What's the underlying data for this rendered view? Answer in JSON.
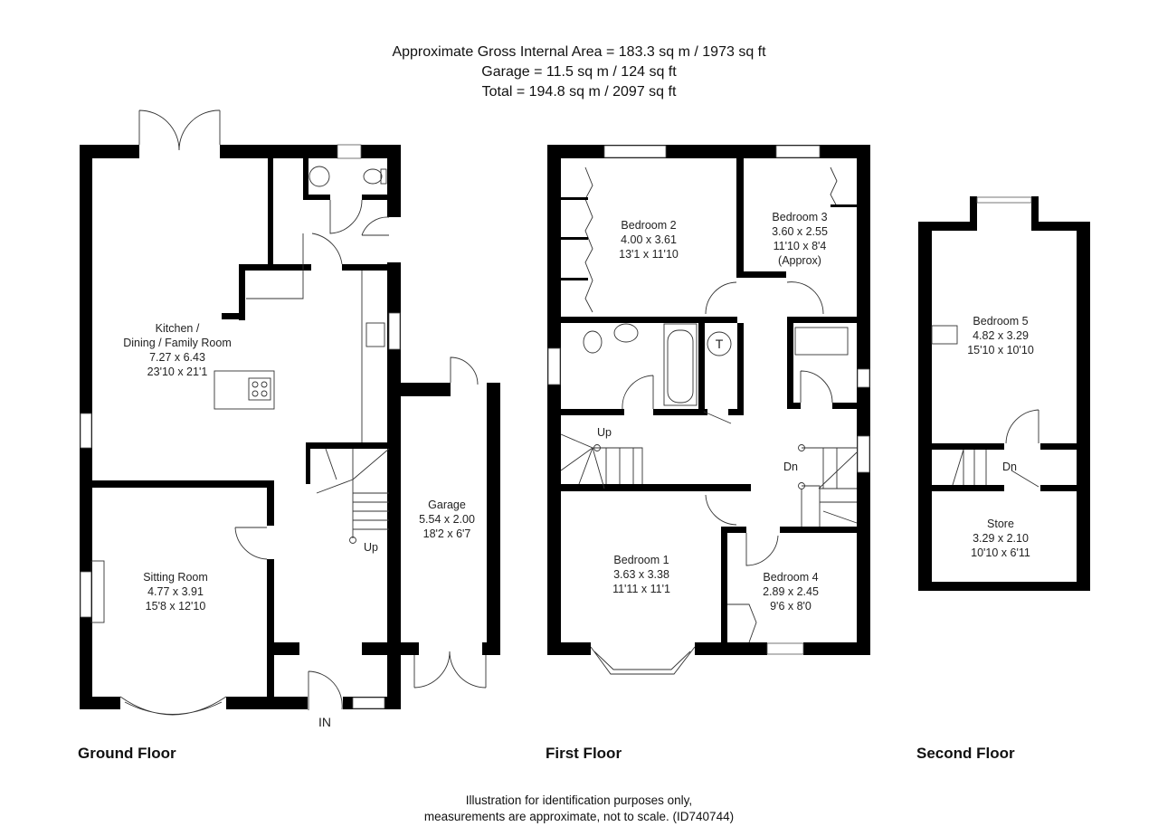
{
  "header": {
    "line1": "Approximate Gross Internal Area = 183.3 sq m / 1973 sq ft",
    "line2": "Garage = 11.5 sq m / 124 sq ft",
    "line3": "Total = 194.8 sq m / 2097 sq ft"
  },
  "floors": {
    "ground": {
      "label": "Ground Floor",
      "rooms": {
        "kitchen": {
          "name1": "Kitchen /",
          "name2": "Dining / Family Room",
          "metric": "7.27 x 6.43",
          "imperial": "23'10 x 21'1"
        },
        "sitting": {
          "name": "Sitting Room",
          "metric": "4.77 x 3.91",
          "imperial": "15'8 x 12'10"
        },
        "garage": {
          "name": "Garage",
          "metric": "5.54 x 2.00",
          "imperial": "18'2 x 6'7"
        }
      },
      "stairs_label": "Up",
      "entrance_label": "IN"
    },
    "first": {
      "label": "First Floor",
      "rooms": {
        "bedroom1": {
          "name": "Bedroom 1",
          "metric": "3.63 x 3.38",
          "imperial": "11'11 x 11'1"
        },
        "bedroom2": {
          "name": "Bedroom 2",
          "metric": "4.00 x 3.61",
          "imperial": "13'1 x 11'10"
        },
        "bedroom3": {
          "name": "Bedroom 3",
          "metric": "3.60 x 2.55",
          "imperial": "11'10 x 8'4",
          "note": "(Approx)"
        },
        "bedroom4": {
          "name": "Bedroom 4",
          "metric": "2.89 x 2.45",
          "imperial": "9'6 x 8'0"
        }
      },
      "stairs_up_label": "Up",
      "stairs_down_label": "Dn",
      "tank_label": "T"
    },
    "second": {
      "label": "Second Floor",
      "rooms": {
        "bedroom5": {
          "name": "Bedroom 5",
          "metric": "4.82 x 3.29",
          "imperial": "15'10 x 10'10"
        },
        "store": {
          "name": "Store",
          "metric": "3.29 x 2.10",
          "imperial": "10'10 x 6'11"
        }
      },
      "stairs_down_label": "Dn"
    }
  },
  "footer": {
    "line1": "Illustration for identification purposes only,",
    "line2": "measurements are approximate, not to scale. (ID740744)"
  }
}
